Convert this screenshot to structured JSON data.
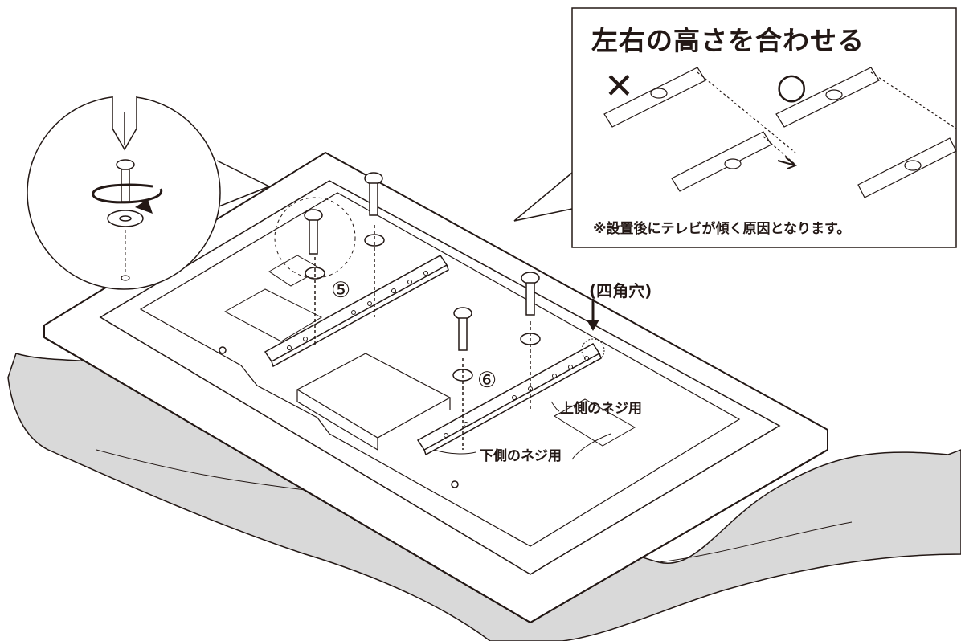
{
  "callout": {
    "title": "左右の高さを合わせる",
    "bad_mark": "✕",
    "good_mark": "○",
    "note": "※設置後にテレビが傾く原因となります。"
  },
  "labels": {
    "square_hole": "(四角穴)",
    "step5": "⑤",
    "step6": "⑥",
    "upper_screw": "上側のネジ用",
    "lower_screw": "下側のネジ用"
  },
  "icons": {
    "screwdriver": "screwdriver-icon",
    "rotation_arrow": "rotation-arrow-icon",
    "down_arrow": "down-arrow-icon"
  },
  "colors": {
    "line": "#231815",
    "cloth": "#d9d9d9",
    "tv_back": "#ffffff"
  }
}
